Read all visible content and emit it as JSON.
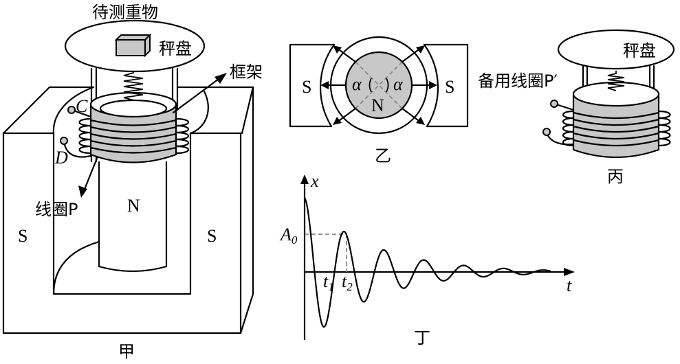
{
  "figure_jia": {
    "caption": "甲",
    "label_object": "待测重物",
    "label_pan": "秤盘",
    "label_frame": "框架",
    "label_coil": "线圈P",
    "terminal_c": "C",
    "terminal_d": "D",
    "pole_left": "S",
    "pole_right": "S",
    "pole_center": "N"
  },
  "figure_yi": {
    "caption": "乙",
    "pole_left": "S",
    "pole_right": "S",
    "pole_center": "N",
    "angle_left": "α",
    "angle_right": "α"
  },
  "figure_bing": {
    "caption": "丙",
    "label_pan": "秤盘",
    "label_spare_coil": "备用线圈P′"
  },
  "figure_ding": {
    "caption": "丁",
    "axis_x_label": "t",
    "axis_y_label": "x",
    "amplitude_label": "A",
    "amplitude_sub": "0",
    "t1_label": "t",
    "t1_sub": "1",
    "t2_label": "t",
    "t2_sub": "2"
  },
  "colors": {
    "stroke": "#000000",
    "fill_gray": "#c8c8c8",
    "dash": "#888888"
  }
}
